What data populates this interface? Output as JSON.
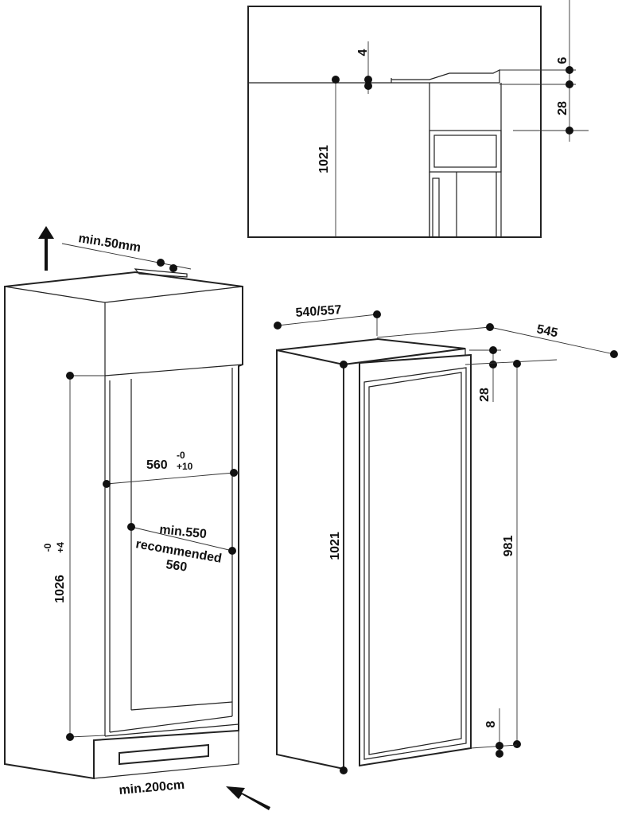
{
  "labels": {
    "top_gap": "4",
    "top_6": "6",
    "top_28": "28",
    "top_1021": "1021",
    "min_50mm": "min.50mm",
    "width_560": "560",
    "width_560_upper": "-0",
    "width_560_lower": "+10",
    "depth_min": "min.550",
    "depth_recommended": "recommended",
    "depth_560": "560",
    "height_1026": "1026",
    "height_1026_upper": "-0",
    "height_1026_lower": "+4",
    "min_200cm": "min.200cm",
    "appliance_width": "540/557",
    "appliance_depth": "545",
    "appliance_28": "28",
    "appliance_1021": "1021",
    "appliance_981": "981",
    "appliance_8": "8"
  }
}
